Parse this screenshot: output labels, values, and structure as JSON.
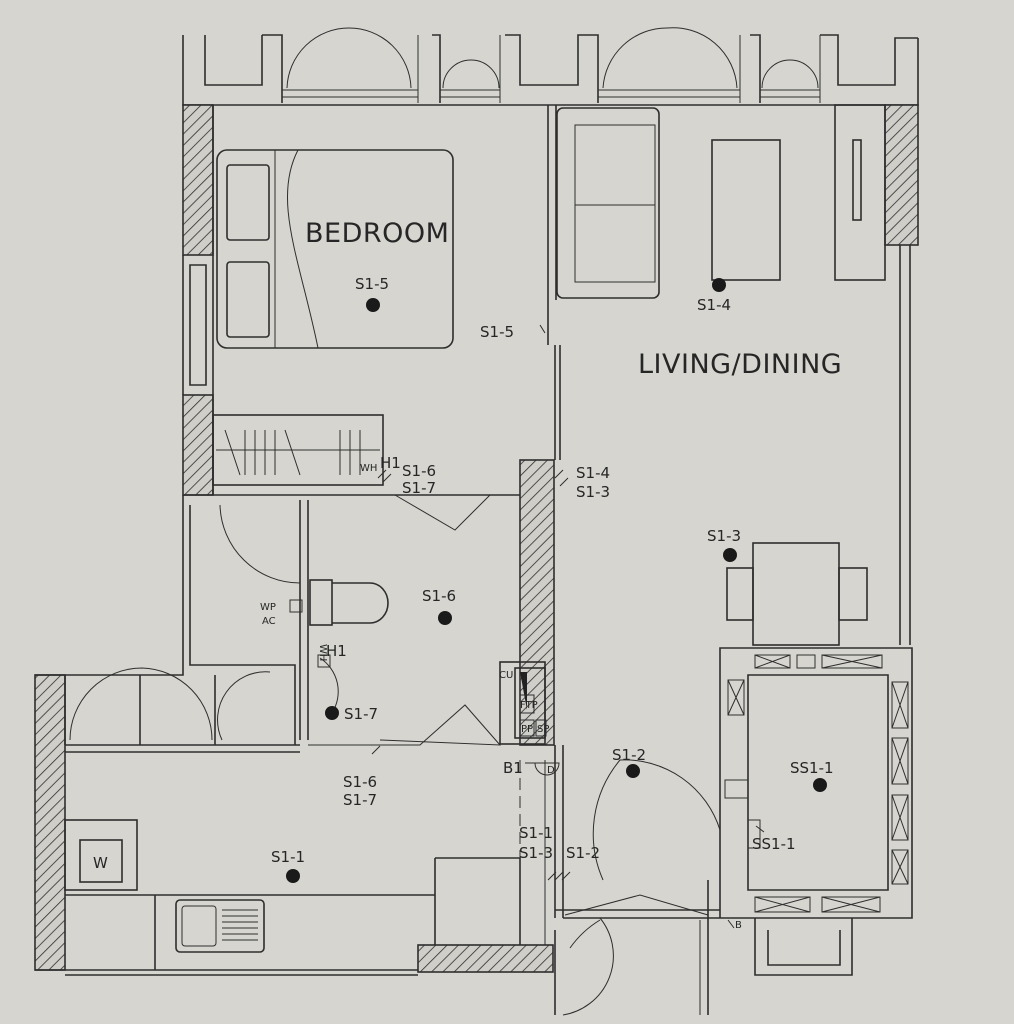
{
  "title": "Apartment electrical floor plan",
  "rooms": {
    "bedroom": "BEDROOM",
    "living_dining": "LIVING/DINING"
  },
  "labels": {
    "bedroom_light": "S1-5",
    "bedroom_switch": "S1-5",
    "living_light": "S1-4",
    "wh_h1_top": "H1",
    "wh_top": "WH",
    "switch_s16_top": "S1-6",
    "switch_s17_top": "S1-7",
    "switch_s14": "S1-4",
    "switch_s13": "S1-3",
    "dining_light": "S1-3",
    "bath_light": "S1-6",
    "wp": "WP",
    "ac": "AC",
    "wh_mid": "WH",
    "h1_mid": "H1",
    "toilet_light": "S1-7",
    "cu": "CU",
    "ftp": "FTP",
    "pp": "PP",
    "sp": "SP",
    "b1": "B1",
    "d": "D",
    "switch_s16_bottom": "S1-6",
    "switch_s17_bottom": "S1-7",
    "entry_light": "S1-2",
    "service_light": "SS1-1",
    "service_switch": "SS1-1",
    "switch_s11": "S1-1",
    "switch_s13_entry": "S1-3",
    "switch_s12": "S1-2",
    "kitchen_light": "S1-1",
    "washer": "W",
    "bell": "B"
  }
}
